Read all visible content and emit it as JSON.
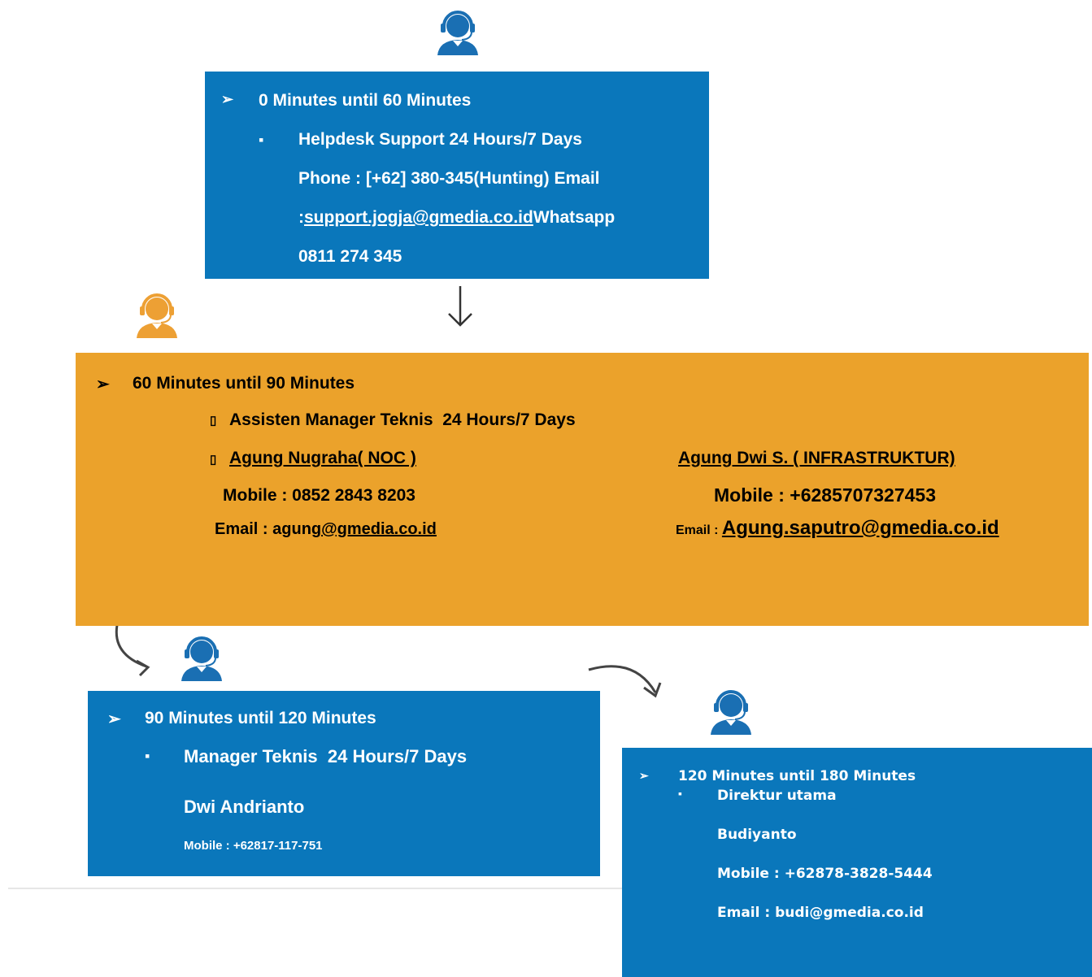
{
  "colors": {
    "blue": "#0a77bb",
    "orange": "#eba22b",
    "icon_blue": "#1a6fb3",
    "icon_orange": "#eda034",
    "text": "#ffffff"
  },
  "icons": [
    "headset-agent-icon",
    "down-arrow-icon",
    "curved-arrow-icon"
  ],
  "tier1": {
    "bullet_main": "➢",
    "heading": "0 Minutes until 60 Minutes",
    "bullet_sub": "▪",
    "line1": "Helpdesk Support 24 Hours/7 Days",
    "line2": "Phone : [+62] 380-345(Hunting) Email",
    "line3_prefix": ":",
    "line3_link": "support.jogja@gmedia.co.id",
    "line3_suffix": "Whatsapp",
    "line4": "0811 274 345"
  },
  "tier2": {
    "bullet_main": "➢",
    "heading": "60 Minutes until 90 Minutes",
    "bullet_sub": "▯",
    "role": "Assisten Manager Teknis  24 Hours/7 Days",
    "left": {
      "name": "Agung Nugraha( NOC )",
      "mobile": "Mobile : 0852 2843 8203",
      "email_label": "Email : agung",
      "email_link": "@gmedia.co.id"
    },
    "right": {
      "name": "Agung Dwi S. ( INFRASTRUKTUR)",
      "mobile": "Mobile : +6285707327453",
      "email_label": "Email : ",
      "email_link": "Agung.saputro@gmedia.co.id"
    }
  },
  "tier3": {
    "bullet_main": "➢",
    "heading": "90 Minutes until 120 Minutes",
    "bullet_sub": "▪",
    "role": "Manager Teknis  24 Hours/7 Days",
    "name": "Dwi Andrianto",
    "mobile": "Mobile : +62817-117-751"
  },
  "tier4": {
    "bullet_main": "➢",
    "heading": "120 Minutes until 180 Minutes",
    "bullet_sub": "▪",
    "role": "Direktur utama",
    "name": "Budiyanto",
    "mobile": "Mobile : +62878-3828-5444",
    "email": "Email : budi@gmedia.co.id"
  }
}
